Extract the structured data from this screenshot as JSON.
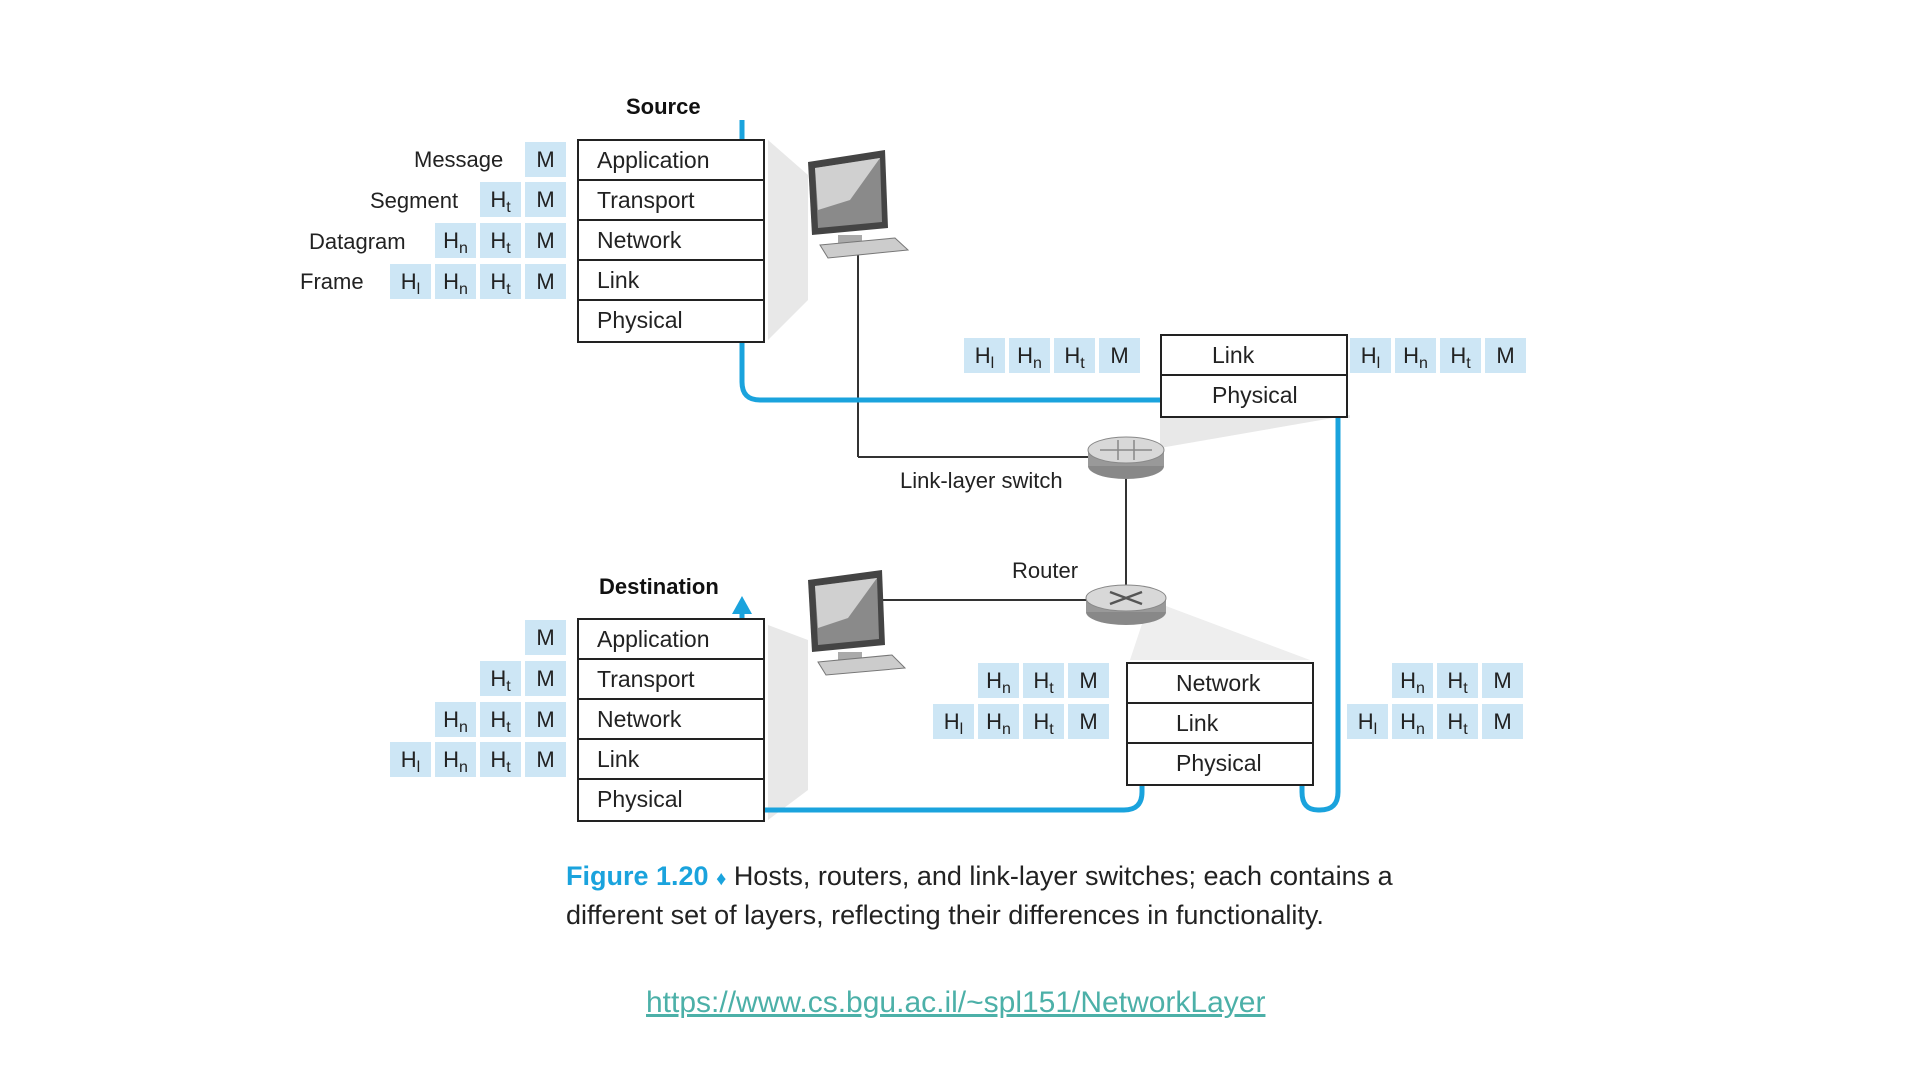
{
  "source_title": "Source",
  "destination_title": "Destination",
  "layer_labels": {
    "message": "Message",
    "segment": "Segment",
    "datagram": "Datagram",
    "frame": "Frame"
  },
  "host_layers": [
    "Application",
    "Transport",
    "Network",
    "Link",
    "Physical"
  ],
  "switch_layers": [
    "Link",
    "Physical"
  ],
  "router_layers": [
    "Network",
    "Link",
    "Physical"
  ],
  "header_names": {
    "message": "M",
    "transport": "H",
    "transport_sub": "t",
    "network": "H",
    "network_sub": "n",
    "link": "H",
    "link_sub": "l"
  },
  "device_labels": {
    "switch": "Link-layer switch",
    "router": "Router"
  },
  "caption": {
    "figure": "Figure 1.20",
    "diamond": "♦",
    "line1": "Hosts, routers, and link-layer switches; each contains a",
    "line2": "different set of layers, reflecting their differences in functionality."
  },
  "url": "https://www.cs.bgu.ac.il/~spl151/NetworkLayer",
  "colors": {
    "path": "#1aa3dd",
    "header_bg": "#cde6f5",
    "figure_label": "#1aa3dd",
    "url": "#4cb0a8"
  },
  "icons": [
    "computer-icon",
    "switch-icon",
    "router-icon"
  ]
}
